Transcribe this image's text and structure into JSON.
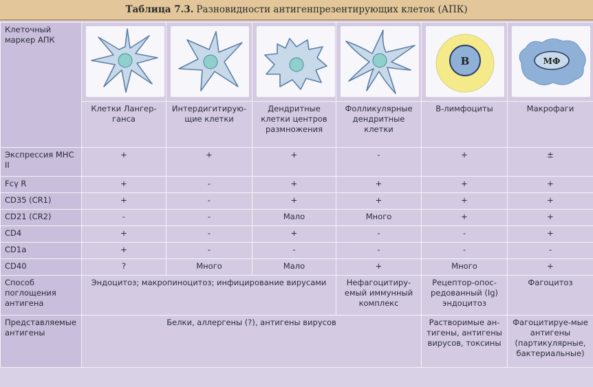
{
  "title": {
    "number": "Таблица 7.3.",
    "text": "Разновидности антигенпрезентирующих клеток (АПК)"
  },
  "header": {
    "marker_label": "Клеточный маркер АПК",
    "cells": [
      {
        "name": "Клетки Лангер-ганса",
        "icon": "langerhans-cell-icon"
      },
      {
        "name": "Интердигитирую-щие клетки",
        "icon": "interdigitating-cell-icon"
      },
      {
        "name": "Дендритные клетки центров размножения",
        "icon": "germinal-dendritic-cell-icon"
      },
      {
        "name": "Фолликулярные дендритные клетки",
        "icon": "follicular-dendritic-cell-icon"
      },
      {
        "name": "В-лимфоциты",
        "icon": "b-lymphocyte-icon",
        "badge": "B"
      },
      {
        "name": "Макрофаги",
        "icon": "macrophage-icon",
        "badge": "МФ"
      }
    ]
  },
  "rows": [
    {
      "label": "Экспрессия МНС II",
      "values": [
        "+",
        "+",
        "+",
        "-",
        "+",
        "±"
      ]
    },
    {
      "label": "Fcγ R",
      "values": [
        "+",
        "-",
        "+",
        "+",
        "+",
        "+"
      ]
    },
    {
      "label": "CD35 (CR1)",
      "values": [
        "+",
        "-",
        "+",
        "+",
        "+",
        "+"
      ]
    },
    {
      "label": "CD21 (CR2)",
      "values": [
        "-",
        "-",
        "Мало",
        "Много",
        "+",
        "+"
      ]
    },
    {
      "label": "CD4",
      "values": [
        "+",
        "-",
        "+",
        "-",
        "-",
        "+"
      ]
    },
    {
      "label": "CD1a",
      "values": [
        "+",
        "-",
        "-",
        "-",
        "-",
        "-"
      ]
    },
    {
      "label": "CD40",
      "values": [
        "?",
        "Много",
        "Мало",
        "+",
        "Много",
        "+"
      ]
    }
  ],
  "uptake": {
    "label": "Способ поглощения антигена",
    "shared": "Эндоцитоз; макропиноцитоз; инфицирование вирусами",
    "follicular": "Нефагоцитиру-емый иммунный комплекс",
    "b_cells": "Рецептор-опос-редованный (Ig) эндоцитоз",
    "macrophages": "Фагоцитоз"
  },
  "antigens": {
    "label": "Представляемые антигены",
    "shared": "Белки, аллергены (?), антигены вирусов",
    "b_cells": "Растворимые ан-тигены, антигены вирусов, токсины",
    "macrophages": "Фагоцитируе-мые антигены (партикулярные, бактериальные)"
  },
  "colors": {
    "cell_membrane": "#c8d9ea",
    "nucleus": "#8fd0cc",
    "b_cell_fill": "#f4ea8a",
    "macrophage_fill": "#8fb1d8"
  }
}
